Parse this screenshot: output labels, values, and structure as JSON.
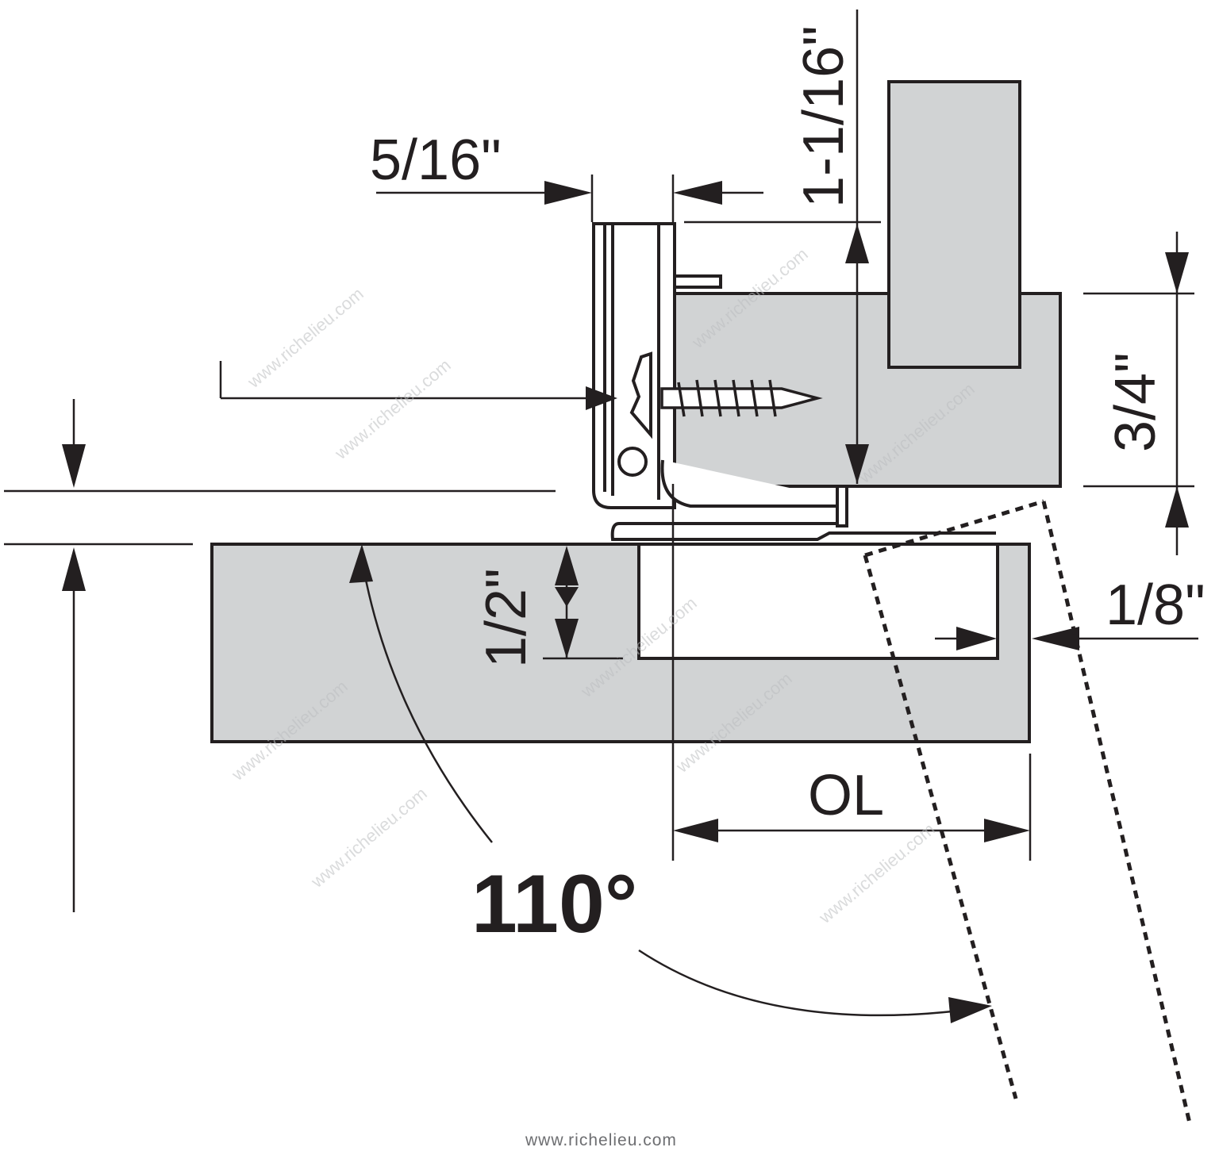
{
  "diagram": {
    "dimensions": {
      "overlay_depth": "5/16\"",
      "arm_height": "1-1/16\"",
      "panel_thickness": "3/4\"",
      "door_gap": "1/8\"",
      "cup_depth": "1/2\"",
      "overlay": "OL",
      "opening_angle": "110°"
    },
    "watermark": "www.richelieu.com",
    "footer_url": "www.richelieu.com",
    "colors": {
      "stroke": "#231f20",
      "panel": "#d1d3d4"
    }
  }
}
